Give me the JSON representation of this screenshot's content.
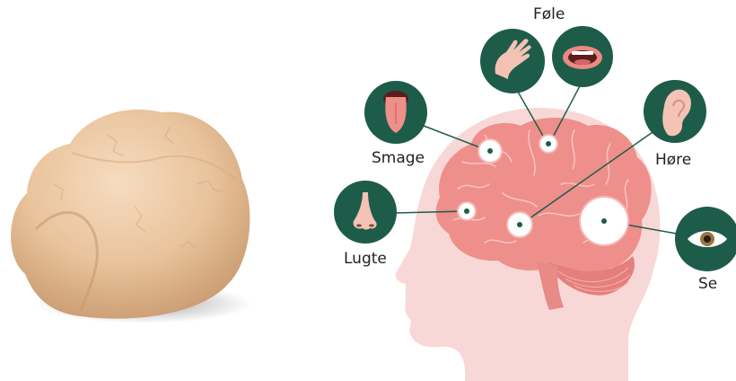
{
  "labels": {
    "touch": "Føle",
    "taste": "Smage",
    "hearing": "Høre",
    "smell": "Lugte",
    "sight": "Se"
  },
  "icons": {
    "touch": "hand-icon",
    "mouth": "mouth-icon",
    "taste": "tongue-icon",
    "hearing": "ear-icon",
    "smell": "nose-icon",
    "sight": "eye-icon"
  },
  "colors": {
    "icon_circle": "#1e5c4a",
    "brain": "#ee8f8c",
    "head": "#f8d8d6",
    "connector": "#1e5c4a"
  }
}
